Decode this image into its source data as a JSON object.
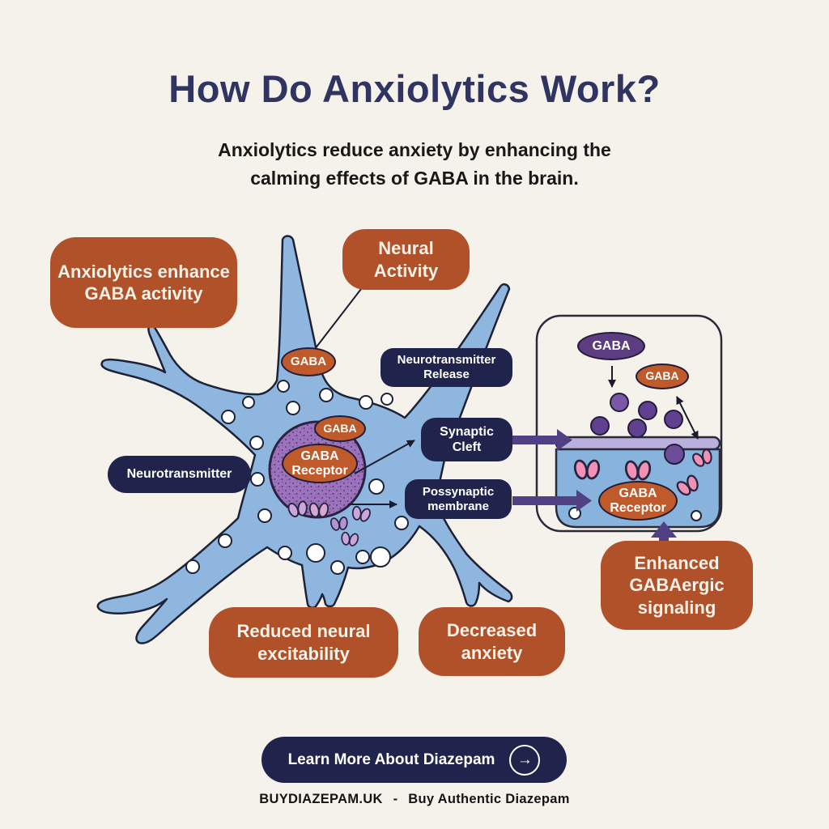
{
  "header": {
    "title": "How Do Anxiolytics Work?",
    "subtitle_line1": "Anxiolytics reduce anxiety by enhancing the",
    "subtitle_line2": "calming effects of GABA in the brain."
  },
  "diagram": {
    "boxes": {
      "anxiolytics": "Anxiolytics enhance GABA activity",
      "neural_activity": "Neural Activity",
      "neurotransmitter_release": "Neurotransmitter Release",
      "synaptic_cleft": "Synaptic Cleft",
      "postsynaptic_membrane": "Possynaptic membrane",
      "neurotransmitter": "Neurotransmitter",
      "reduced_excitability": "Reduced neural excitability",
      "decreased_anxiety": "Decreased anxiety",
      "enhanced_signaling": "Enhanced GABAergic signaling"
    },
    "neuron_labels": {
      "gaba_top": "GABA",
      "gaba_soma": "GABA",
      "receptor_line1": "GABA",
      "receptor_line2": "Receptor"
    },
    "panel_labels": {
      "gaba_purple": "GABA",
      "gaba_orange": "GABA",
      "receptor_line1": "GABA",
      "receptor_line2": "Receptor"
    }
  },
  "cta": {
    "label": "Learn More About Diazepam",
    "arrow_glyph": "→"
  },
  "footer": {
    "site": "BUYDIAZEPAM.UK",
    "separator": "-",
    "tagline": "Buy Authentic Diazepam"
  },
  "colors": {
    "background": "#f5f2ec",
    "orange": "#b05129",
    "orange_ellipse": "#bf5a2b",
    "navy": "#20244c",
    "title_navy": "#2f3560",
    "neuron_blue": "#8fb6de",
    "nucleus_purple": "#9d74bc",
    "gaba_purple": "#5c3d82",
    "membrane_lavender": "#b9b0dd",
    "panel_blue": "#87b3dc",
    "receptor_pink": "#f092b6",
    "thick_arrow_purple": "#514083"
  }
}
